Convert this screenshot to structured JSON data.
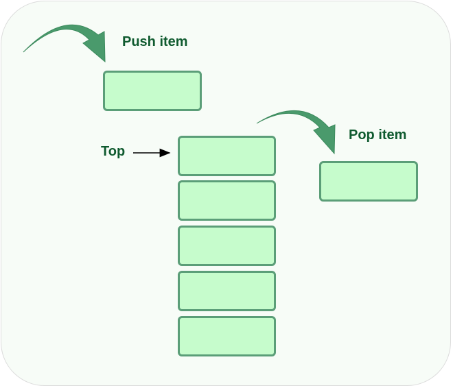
{
  "diagram": {
    "push_label": "Push item",
    "pop_label": "Pop item",
    "top_label": "Top",
    "stack_box_count": 5,
    "colors": {
      "box_fill": "#c6fccc",
      "box_border": "#5b9e78",
      "arrow_fill": "#4a9a6c",
      "label_text": "#0f5a2f",
      "background": "#f7fcf7"
    }
  }
}
